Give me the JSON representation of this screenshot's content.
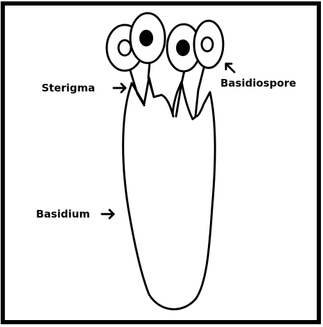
{
  "labels": {
    "sterigma": "Sterigma",
    "basidiospore": "Basidiospore",
    "basidium": "Basidium"
  },
  "colors": {
    "frame": "#000000",
    "background": "#ffffff",
    "ink": "#000000"
  }
}
